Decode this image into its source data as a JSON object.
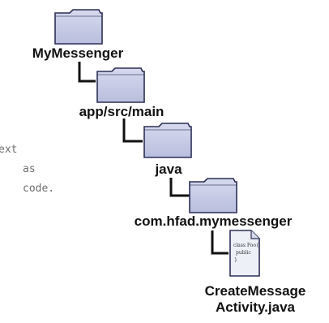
{
  "tree": {
    "root_folder": "MyMessenger",
    "source_folder": "app/src/main",
    "java_folder": "java",
    "package_folder": "com.hfad.mymessenger",
    "file": {
      "name_line1": "CreateMessage",
      "name_line2": "Activity.java",
      "icon_text": [
        "class Foo{",
        "public",
        "}"
      ]
    }
  },
  "note": {
    "line1": "ext",
    "line2": "as",
    "line3": "code."
  },
  "colors": {
    "folder_fill": "#c9cde6",
    "folder_stroke": "#2b2f55",
    "connector": "#111111",
    "note_text": "#6e6e6e"
  }
}
